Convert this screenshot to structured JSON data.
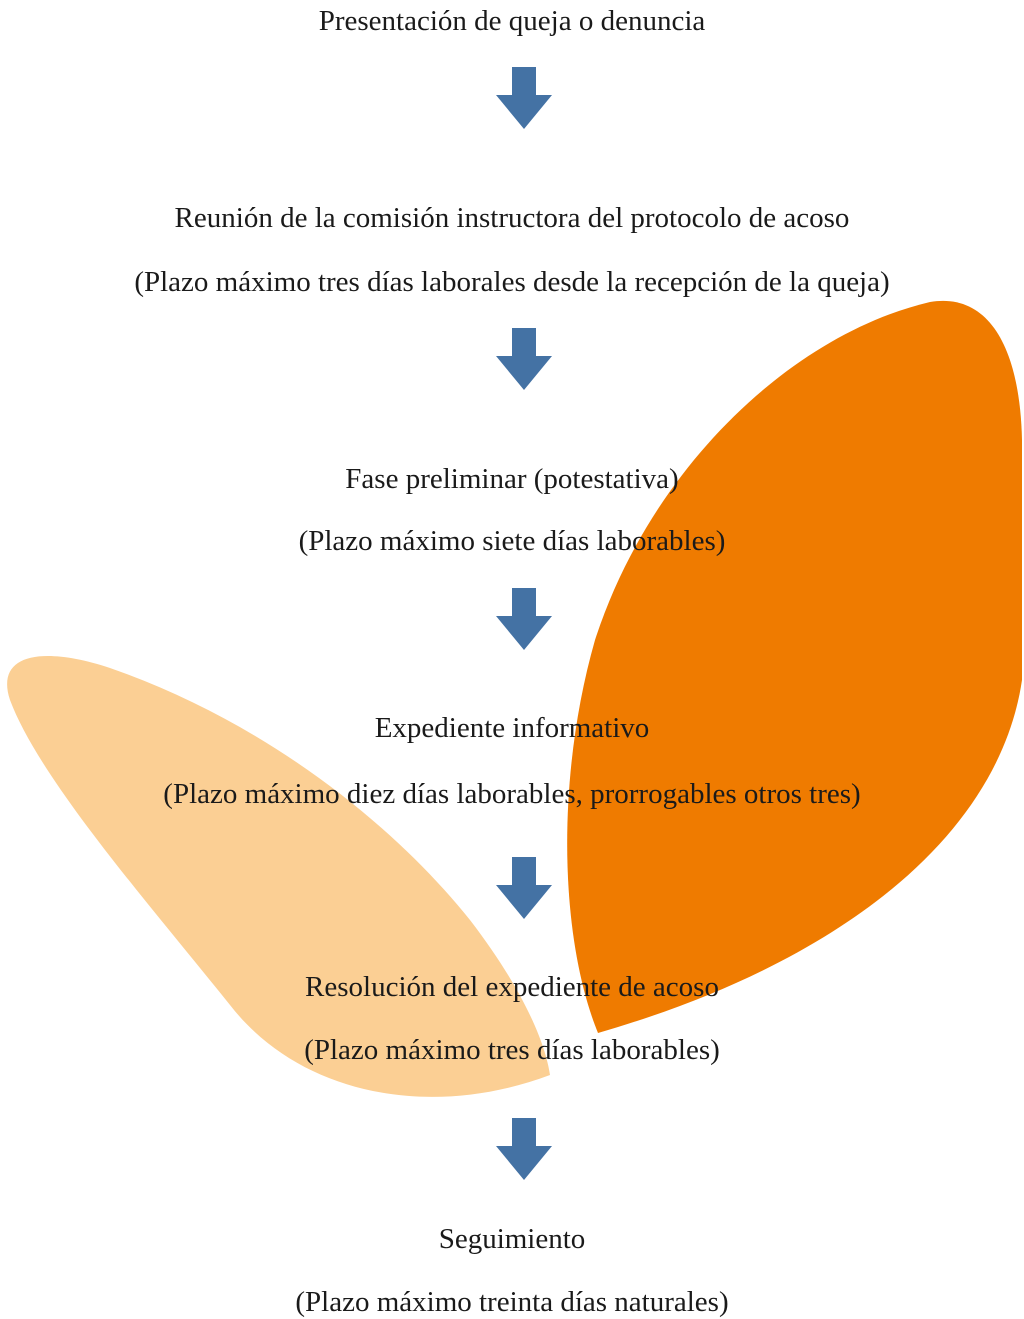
{
  "colors": {
    "arrow": "#4472a4",
    "petal_dark": "#ef7b00",
    "petal_light": "#fbcf94",
    "text": "#1a1a1a"
  },
  "steps": [
    {
      "title": "Presentación de queja o denuncia"
    },
    {
      "title": "Reunión de la comisión instructora del protocolo de acoso",
      "deadline": "(Plazo máximo tres días laborales desde la recepción de la queja)"
    },
    {
      "title": "Fase preliminar (potestativa)",
      "deadline": "(Plazo máximo siete días laborables)"
    },
    {
      "title": "Expediente informativo",
      "deadline": "(Plazo máximo diez días laborables, prorrogables otros tres)"
    },
    {
      "title": "Resolución del expediente de acoso",
      "deadline": "(Plazo máximo tres días laborables)"
    },
    {
      "title": "Seguimiento",
      "deadline": "(Plazo máximo treinta días naturales)"
    }
  ],
  "icons": {
    "arrow": "arrow-down-icon",
    "decoration": "leaf-petal-shape"
  }
}
